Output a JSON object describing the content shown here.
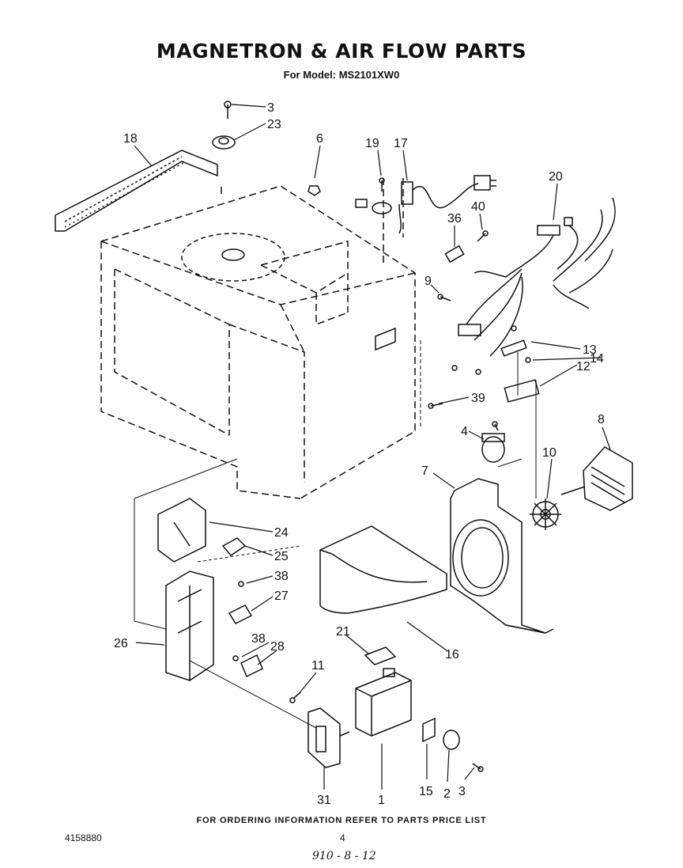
{
  "header": {
    "title": "MAGNETRON & AIR FLOW PARTS",
    "subtitle": "For Model: MS2101XW0"
  },
  "footer": {
    "ordering_note": "FOR ORDERING INFORMATION REFER TO PARTS PRICE LIST",
    "doc_number": "4158880",
    "page_number": "4",
    "handwritten_note": "910 - 8 - 12"
  },
  "callouts": {
    "n1": "1",
    "n2": "2",
    "n3a": "3",
    "n3b": "3",
    "n4": "4",
    "n6": "6",
    "n7": "7",
    "n8": "8",
    "n9": "9",
    "n10": "10",
    "n11": "11",
    "n12": "12",
    "n13": "13",
    "n14": "14",
    "n15": "15",
    "n16": "16",
    "n17": "17",
    "n18": "18",
    "n19": "19",
    "n20": "20",
    "n21": "21",
    "n23": "23",
    "n24": "24",
    "n25": "25",
    "n26": "26",
    "n27": "27",
    "n28": "28",
    "n31": "31",
    "n36": "36",
    "n38a": "38",
    "n38b": "38",
    "n39": "39",
    "n40": "40"
  }
}
